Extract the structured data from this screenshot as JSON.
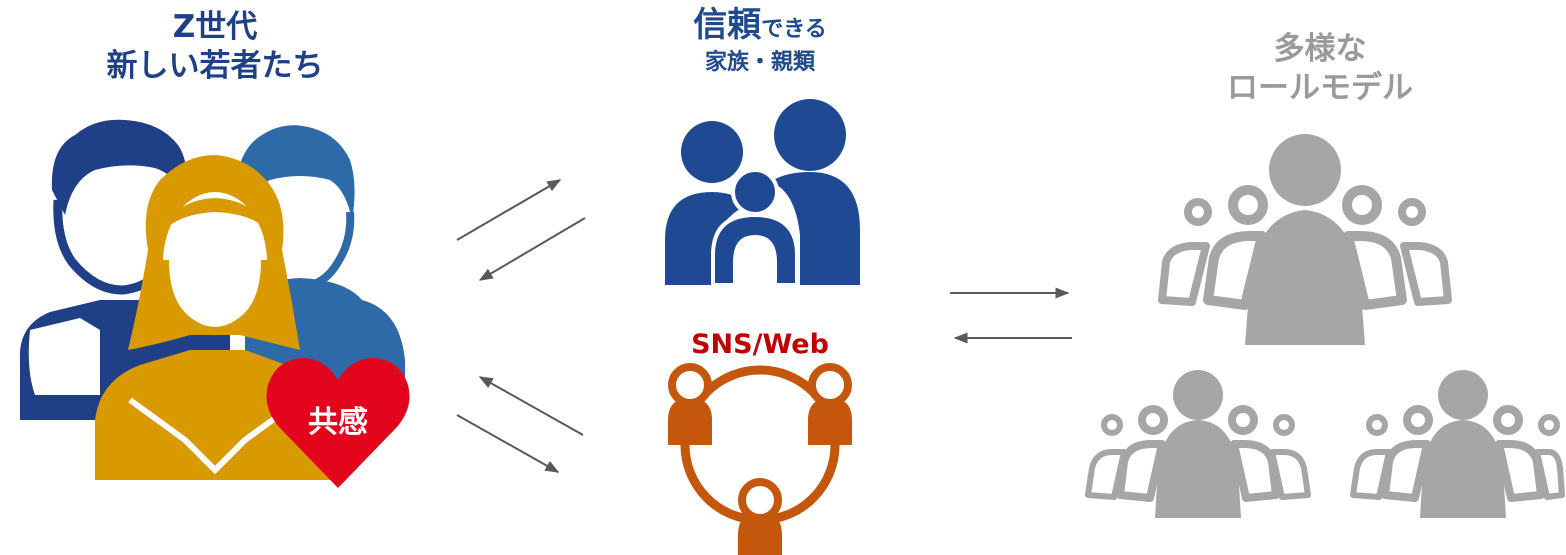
{
  "genz": {
    "line1": "Z世代",
    "line2": "新しい若者たち",
    "badge": "共感"
  },
  "trust": {
    "emph": "信頼",
    "rest": "できる",
    "line2": "家族・親類"
  },
  "sns": {
    "label": "SNS/Web"
  },
  "role": {
    "line1": "多様な",
    "line2": "ロールモデル"
  },
  "colors": {
    "navy": "#1f4a93",
    "blue": "#2e6aa8",
    "gold": "#d89a00",
    "heart": "#e3051b",
    "orange": "#c4570c",
    "gray": "#a6a6a6",
    "arrow": "#595959"
  }
}
